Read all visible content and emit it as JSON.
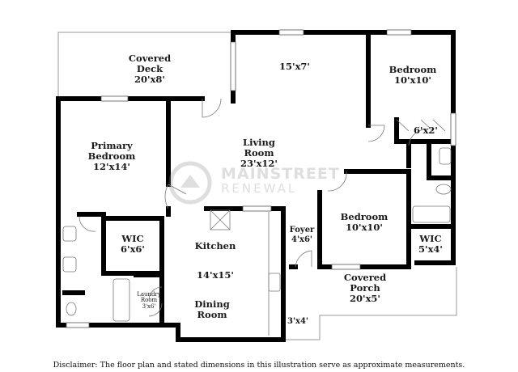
{
  "rooms": {
    "covered_deck": {
      "name": "Covered\nDeck",
      "dims": "20'x8'"
    },
    "top_room": {
      "dims": "15'x7'"
    },
    "bedroom_top": {
      "name": "Bedroom",
      "dims": "10'x10'"
    },
    "closet_top": {
      "dims": "6'x2'"
    },
    "primary_bedroom": {
      "name": "Primary\nBedroom",
      "dims": "12'x14'"
    },
    "living_room": {
      "name": "Living\nRoom",
      "dims": "23'x12'"
    },
    "bedroom_mid": {
      "name": "Bedroom",
      "dims": "10'x10'"
    },
    "wic_left": {
      "name": "WIC",
      "dims": "6'x6'"
    },
    "kitchen": {
      "name": "Kitchen",
      "dims": "14'x15'"
    },
    "foyer": {
      "name": "Foyer",
      "dims": "4'x6'"
    },
    "wic_right": {
      "name": "WIC",
      "dims": "5'x4'"
    },
    "covered_porch": {
      "name": "Covered\nPorch",
      "dims": "20'x5'"
    },
    "dining_room": {
      "name": "Dining\nRoom"
    },
    "laundry_room": {
      "name": "Laundry\nRoom",
      "dims": "3'x6'"
    },
    "entry": {
      "dims": "3'x4'"
    }
  },
  "watermark": {
    "line1": "MAINSTREET",
    "line2": "RENEWAL"
  },
  "disclaimer": "Disclaimer: The floor plan and stated dimensions in this illustration serve as approximate measurements.",
  "colors": {
    "wall": "#000000",
    "thin_line": "#9a9a9a",
    "watermark": "#8a8a8a"
  }
}
